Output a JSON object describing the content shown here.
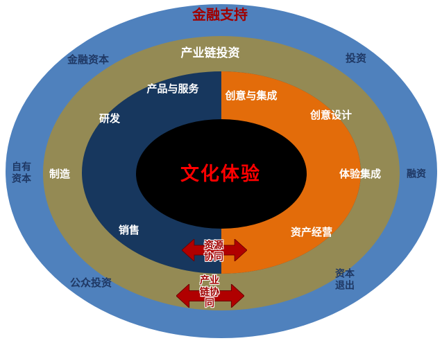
{
  "diagram": {
    "outer_title": "金融支持",
    "ring2_title": "产业链投资",
    "center_label": "文化体验",
    "outer_ring_labels": {
      "top_left": "金融资本",
      "top_right": "投资",
      "left": "自有\n资本",
      "right": "融资",
      "bottom_left": "公众投资",
      "bottom_right": "资本\n退出"
    },
    "left_half_labels": {
      "top": "产品与服务",
      "upper": "研发",
      "mid": "制造",
      "lower": "销售"
    },
    "right_half_labels": {
      "top": "创意与集成",
      "upper": "创意设计",
      "mid": "体验集成",
      "lower": "资产经营"
    },
    "arrows": [
      {
        "label": "资源\n协同"
      },
      {
        "label": "产业\n链协\n同"
      }
    ],
    "colors": {
      "blue": "#4f81bd",
      "olive": "#948a54",
      "navy": "#17375e",
      "orange": "#e36c0a",
      "core": "#000000",
      "red": "#ff0000",
      "darkred": "#b00000",
      "darkred2": "#a00000",
      "label_dark": "#1f3864"
    }
  }
}
